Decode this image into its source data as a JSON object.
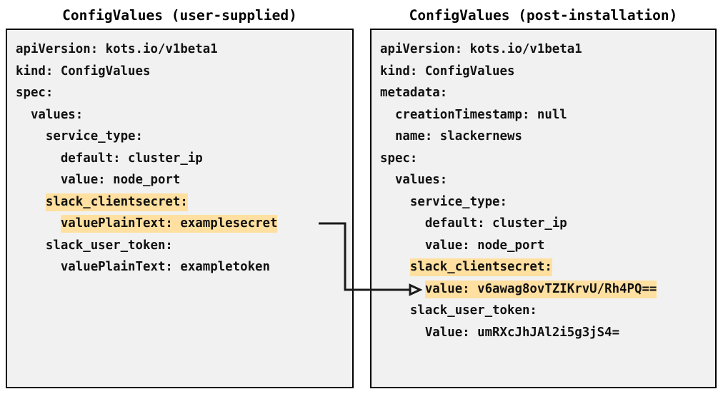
{
  "diagram": {
    "title": "ConfigValues transformation diagram",
    "background_color": "#ffffff",
    "panel_background": "#f1f1f1",
    "panel_border_color": "#000000",
    "highlight_color": "#ffe0a0",
    "text_color": "#111111",
    "arrow_color": "#1a1a1a"
  },
  "panels": [
    {
      "id": "user-supplied",
      "title": "ConfigValues (user-supplied)",
      "lines": [
        {
          "text": "apiVersion: kots.io/v1beta1",
          "highlight": false
        },
        {
          "text": "kind: ConfigValues",
          "highlight": false
        },
        {
          "text": "spec:",
          "highlight": false
        },
        {
          "text": "  values:",
          "highlight": false
        },
        {
          "text": "    service_type:",
          "highlight": false
        },
        {
          "text": "      default: cluster_ip",
          "highlight": false
        },
        {
          "text": "      value: node_port",
          "highlight": false
        },
        {
          "text": "    slack_clientsecret:",
          "highlight": true
        },
        {
          "text": "      valuePlainText: examplesecret",
          "highlight": true
        },
        {
          "text": "    slack_user_token:",
          "highlight": false
        },
        {
          "text": "      valuePlainText: exampletoken",
          "highlight": false
        }
      ]
    },
    {
      "id": "post-installation",
      "title": "ConfigValues (post-installation)",
      "lines": [
        {
          "text": "apiVersion: kots.io/v1beta1",
          "highlight": false
        },
        {
          "text": "kind: ConfigValues",
          "highlight": false
        },
        {
          "text": "metadata:",
          "highlight": false
        },
        {
          "text": "  creationTimestamp: null",
          "highlight": false
        },
        {
          "text": "  name: slackernews",
          "highlight": false
        },
        {
          "text": "spec:",
          "highlight": false
        },
        {
          "text": "  values:",
          "highlight": false
        },
        {
          "text": "    service_type:",
          "highlight": false
        },
        {
          "text": "      default: cluster_ip",
          "highlight": false
        },
        {
          "text": "      value: node_port",
          "highlight": false
        },
        {
          "text": "    slack_clientsecret:",
          "highlight": true
        },
        {
          "text": "      value: v6awag8ovTZIKrvU/Rh4PQ==",
          "highlight": true
        },
        {
          "text": "    slack_user_token:",
          "highlight": false
        },
        {
          "text": "      Value: umRXcJhJAl2i5g3jS4=",
          "highlight": false
        }
      ]
    }
  ],
  "connector": {
    "name": "encryption-arrow",
    "from_line": "      valuePlainText: examplesecret",
    "to_line": "      value: v6awag8ovTZIKrvU/Rh4PQ==",
    "arrowhead": "open-triangle-right"
  }
}
